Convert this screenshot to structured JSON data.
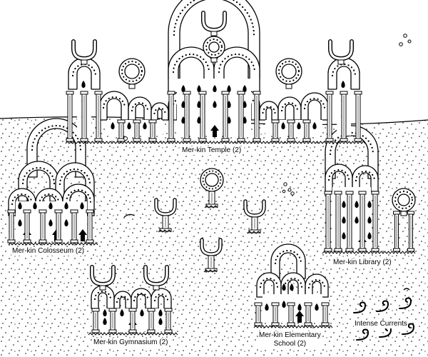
{
  "map": {
    "labels": {
      "temple": "Mer-kin Temple (2)",
      "colosseum": "Mer-kin Colosseum (2)",
      "library": "Mer-kin Library (2)",
      "gymnasium": "Mer-kin Gymnasium (2)",
      "school_line1": "Mer-kin Elementary",
      "school_line2": "School (2)",
      "currents": "Intense Currents"
    },
    "colors": {
      "ink": "#000000",
      "background": "#ffffff"
    }
  }
}
